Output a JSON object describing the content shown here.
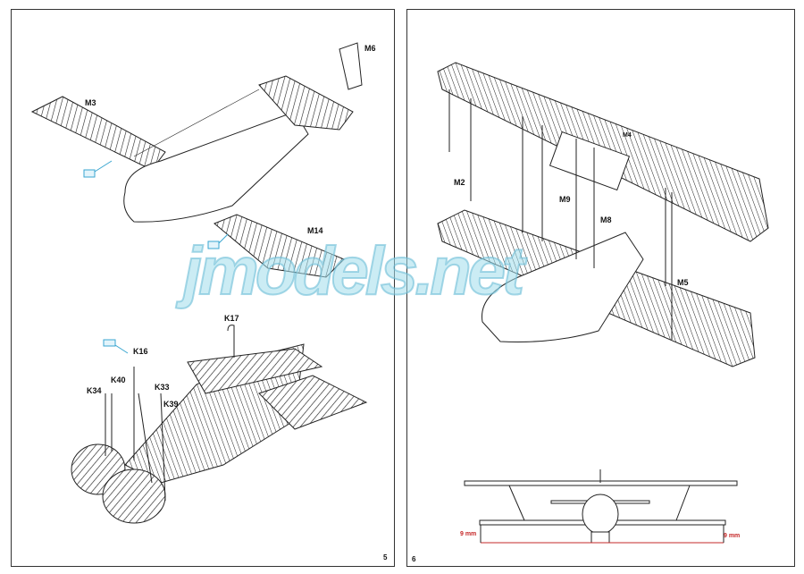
{
  "page_left": {
    "page_number": "5",
    "labels": {
      "m3": "M3",
      "m6": "M6",
      "m14": "M14",
      "k17": "K17",
      "k16": "K16",
      "k40": "K40",
      "k34": "K34",
      "k33": "K33",
      "k39": "K39"
    }
  },
  "page_right": {
    "page_number": "6",
    "labels": {
      "m4": "M4",
      "m2": "M2",
      "m9": "M9",
      "m8": "M8",
      "m5": "M5"
    },
    "dimension_left": "9 mm",
    "dimension_right": "9 mm"
  },
  "watermark": "jmodels.net",
  "colors": {
    "dimension": "#c62828",
    "callout": "#3aa6d0",
    "watermark": "#a0dceb"
  }
}
